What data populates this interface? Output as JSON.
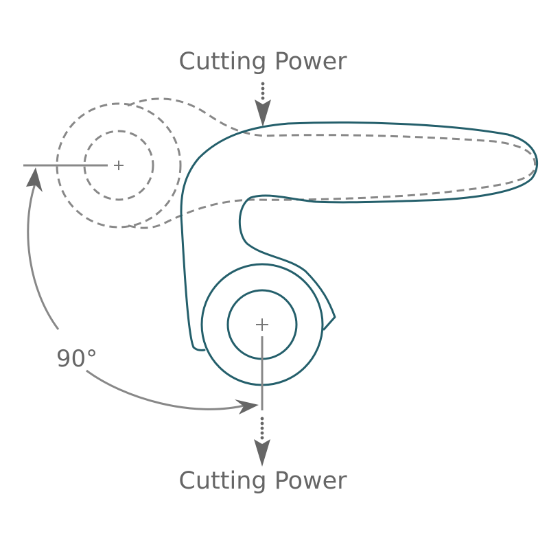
{
  "diagram": {
    "top_label": "Cutting Power",
    "bottom_label": "Cutting Power",
    "angle_label": "90°",
    "colors": {
      "handle_outline": "#245f6b",
      "ghost_outline": "#888888",
      "text": "#666666",
      "arrow": "#888888"
    },
    "elements": {
      "ghost_position": "previous handle position (dashed)",
      "current_position": "rotated handle position (solid)",
      "rotation_arrow": "90 degree rotation arc"
    }
  }
}
